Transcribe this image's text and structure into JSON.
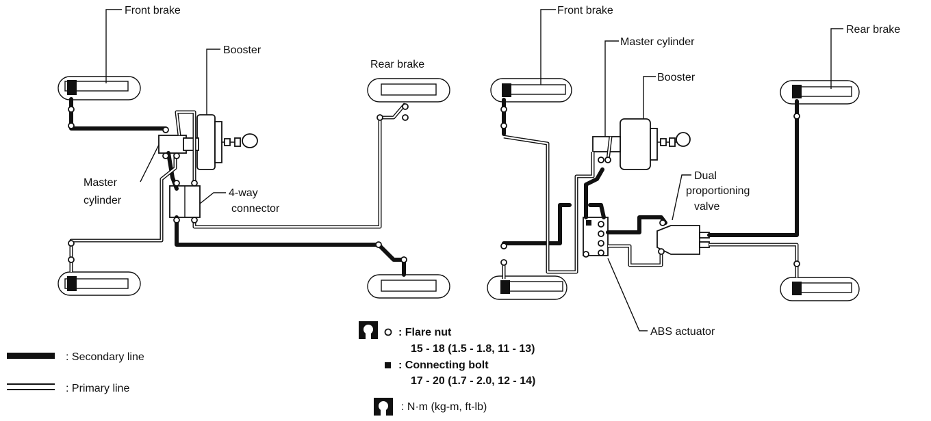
{
  "left_diagram": {
    "front_brake_top": "Front brake",
    "booster": "Booster",
    "rear_brake": "Rear brake",
    "master_cylinder_1": "Master",
    "master_cylinder_2": "cylinder",
    "four_way_1": "4-way",
    "four_way_2": "connector"
  },
  "right_diagram": {
    "front_brake": "Front brake",
    "master_cylinder": "Master cylinder",
    "booster": "Booster",
    "rear_brake": "Rear brake",
    "dual_1": "Dual",
    "dual_2": "proportioning",
    "dual_3": "valve",
    "abs_actuator": "ABS actuator"
  },
  "line_legend": {
    "secondary": ": Secondary line",
    "primary": ": Primary line"
  },
  "torque_legend": {
    "flare_nut_label": ": Flare nut",
    "flare_nut_value": "15 - 18 (1.5 - 1.8, 11 - 13)",
    "connecting_bolt_label": ": Connecting bolt",
    "connecting_bolt_value": "17 - 20 (1.7 - 2.0, 12 - 14)",
    "unit": ": N·m (kg-m, ft-lb)"
  }
}
